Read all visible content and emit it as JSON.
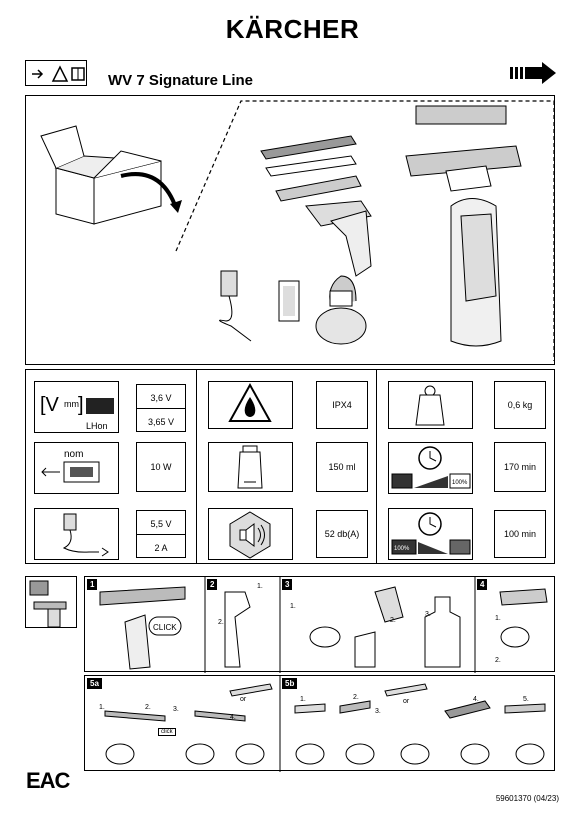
{
  "brand": "KÄRCHER",
  "product_title": "WV 7 Signature Line",
  "specs": {
    "voltage": [
      "3,6 V",
      "3,65 V"
    ],
    "battery_label": "LHon",
    "power": "10 W",
    "charger": [
      "5,5 V",
      "2 A"
    ],
    "ip_rating": "IPX4",
    "volume": "150 ml",
    "noise": "52 db(A)",
    "weight": "0,6 kg",
    "runtime": "170 min",
    "charge_time": "100 min",
    "nom_label": "nom",
    "battery_100_a": "100%",
    "battery_100_b": "100%"
  },
  "steps": {
    "s1": "1",
    "s2": "2",
    "s3": "3",
    "s4": "4",
    "s5a": "5a",
    "s5b": "5b",
    "click1": "CLICK",
    "click2": "click",
    "or1": "or",
    "or2": "or",
    "sub": [
      "1.",
      "2.",
      "3.",
      "4.",
      "5."
    ]
  },
  "footer": {
    "eac": "EAC",
    "part_number": "59601370 (04/23)"
  }
}
